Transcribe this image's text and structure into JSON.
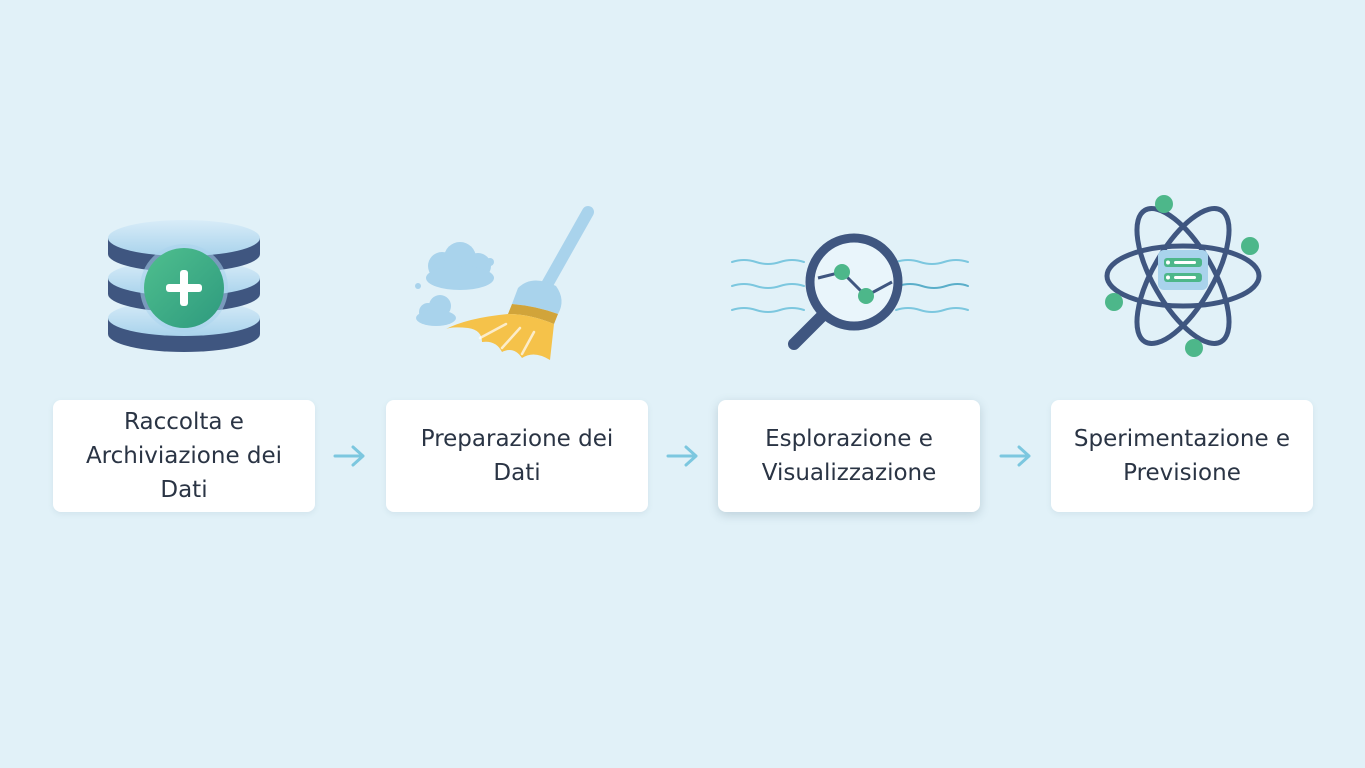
{
  "diagram": {
    "steps": [
      {
        "label_lines": [
          "Raccolta e",
          "Archiviazione dei",
          "Dati"
        ],
        "icon": "database-add-icon"
      },
      {
        "label_lines": [
          "Preparazione dei",
          "Dati"
        ],
        "icon": "broom-icon"
      },
      {
        "label_lines": [
          "Esplorazione e",
          "Visualizzazione"
        ],
        "icon": "magnifier-chart-icon"
      },
      {
        "label_lines": [
          "Sperimentazione e",
          "Previsione"
        ],
        "icon": "atom-server-icon"
      }
    ],
    "connector": "arrow-right-icon"
  },
  "colors": {
    "background": "#e1f1f8",
    "navy": "#3f5680",
    "green": "#4db78a",
    "light_blue": "#a9d3ec",
    "yellow": "#f5c24a",
    "arrow": "#7cc7df",
    "text": "#2a3444"
  }
}
